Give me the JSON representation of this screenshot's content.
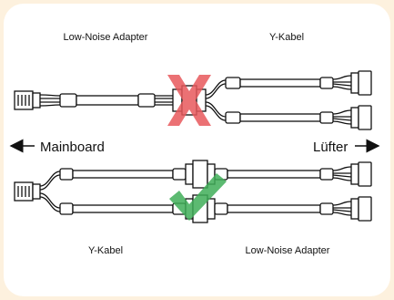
{
  "top": {
    "left_label": "Low-Noise Adapter",
    "right_label": "Y-Kabel",
    "status": "incorrect"
  },
  "middle": {
    "left_label": "Mainboard",
    "right_label": "Lüfter"
  },
  "bottom": {
    "left_label": "Y-Kabel",
    "right_label": "Low-Noise Adapter",
    "status": "correct"
  },
  "colors": {
    "background": "#fdf1de",
    "card": "#ffffff",
    "cross": "#e8585c",
    "check": "#3fae58",
    "line": "#111111"
  },
  "icons": {
    "cross": "cross-icon",
    "check": "check-icon",
    "arrow_left": "arrow-left-icon",
    "arrow_right": "arrow-right-icon"
  }
}
